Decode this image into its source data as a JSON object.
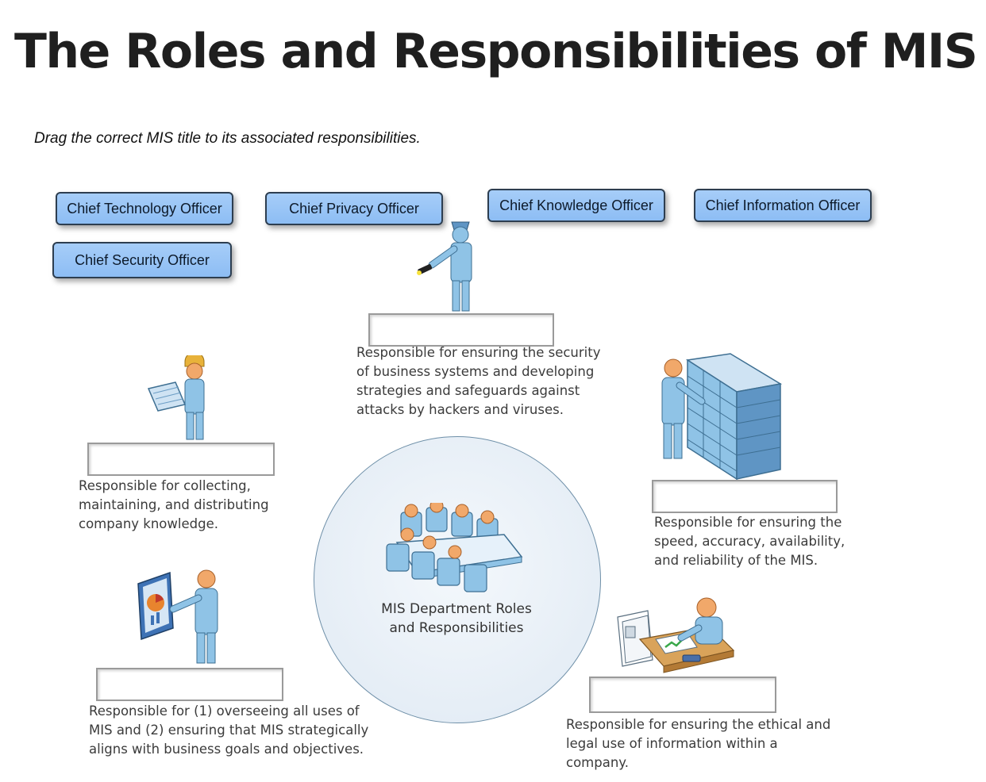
{
  "title": "The Roles and Responsibilities of MIS",
  "instruction": "Drag the correct MIS title to its associated responsibilities.",
  "chips": {
    "cto": "Chief Technology Officer",
    "cpo": "Chief Privacy Officer",
    "cko": "Chief Knowledge Officer",
    "cio": "Chief Information Officer",
    "cso": "Chief Security Officer"
  },
  "descriptions": {
    "security": [
      "Responsible for ensuring the security",
      "of business systems and developing",
      "strategies and safeguards against",
      "attacks by hackers and viruses."
    ],
    "knowledge": [
      "Responsible for collecting,",
      "maintaining, and distributing",
      "company knowledge."
    ],
    "technology": [
      "Responsible for ensuring the",
      "speed, accuracy, availability,",
      "and reliability of the MIS."
    ],
    "information": [
      "Responsible for (1) overseeing all uses of",
      "MIS and (2) ensuring that MIS strategically",
      "aligns with business goals and objectives."
    ],
    "privacy": [
      "Responsible for ensuring the ethical and",
      "legal use of information within a",
      "company."
    ]
  },
  "hub": [
    "MIS Department Roles",
    "and Responsibilities"
  ],
  "icons": [
    "security-guard-icon",
    "engineer-with-blueprint-icon",
    "server-rack-icon",
    "presenter-with-chart-icon",
    "desk-worker-documents-icon",
    "meeting-table-icon"
  ],
  "colors": {
    "chip_fill": "#a6cdf8",
    "figure_blue": "#8fc3e6",
    "skin": "#f1a86a"
  }
}
